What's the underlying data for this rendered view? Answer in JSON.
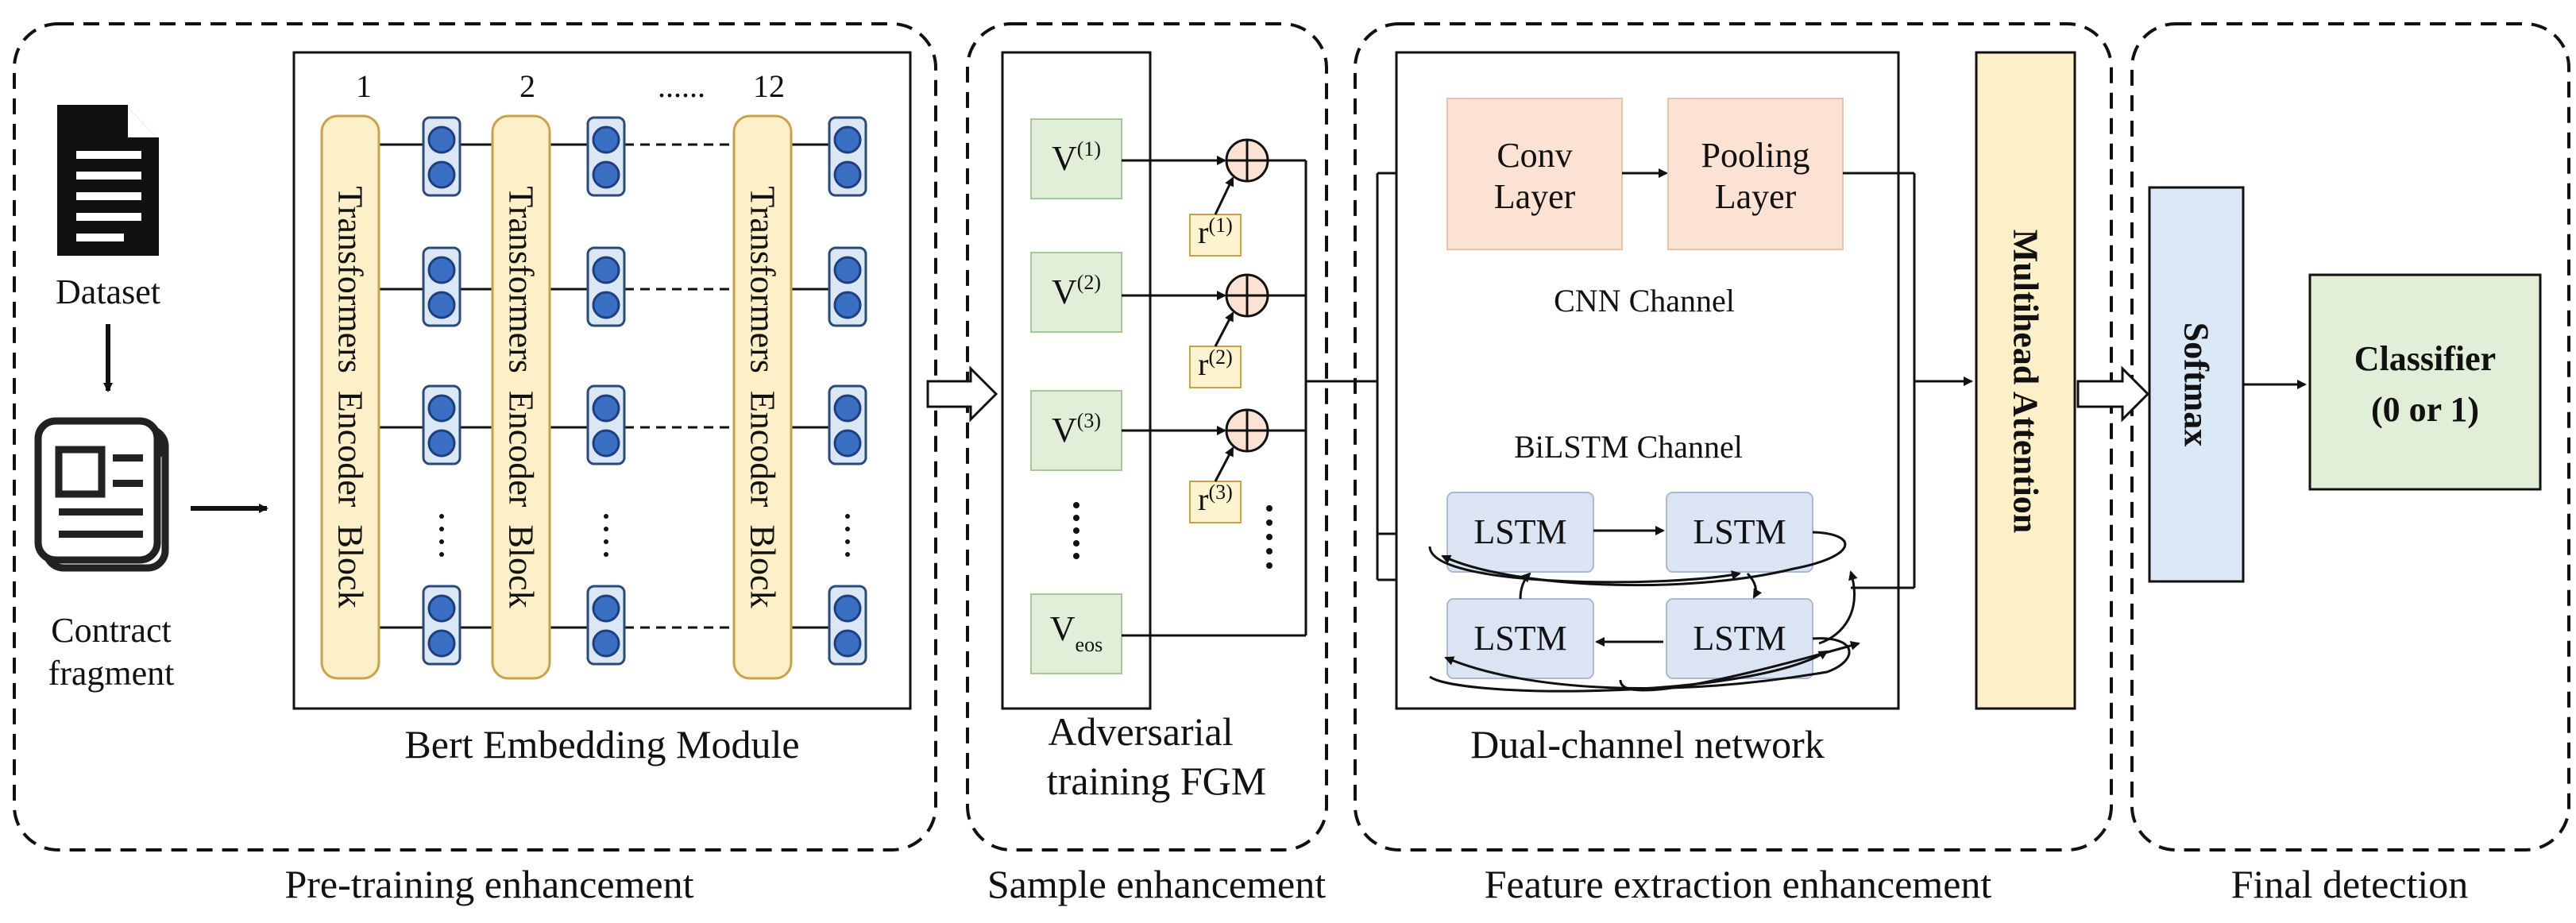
{
  "sections": {
    "pretraining": "Pre-training enhancement",
    "sample": "Sample enhancement",
    "feature": "Feature extraction enhancement",
    "final": "Final detection"
  },
  "inputs": {
    "dataset": "Dataset",
    "contract_line1": "Contract",
    "contract_line2": "fragment"
  },
  "bert": {
    "caption": "Bert Embedding Module",
    "layer_numbers": [
      "1",
      "2",
      "......",
      "12"
    ],
    "block_label": "Transformers  Encoder  Block"
  },
  "fgm": {
    "caption_line1": "Adversarial",
    "caption_line2": "training FGM",
    "v1": "V",
    "v1_sup": "(1)",
    "v2": "V",
    "v2_sup": "(2)",
    "v3": "V",
    "v3_sup": "(3)",
    "veos": "V",
    "veos_sub": "eos",
    "r1": "r",
    "r1_sup": "(1)",
    "r2": "r",
    "r2_sup": "(2)",
    "r3": "r",
    "r3_sup": "(3)"
  },
  "dual": {
    "caption": "Dual-channel network",
    "conv_line1": "Conv",
    "conv_line2": "Layer",
    "pool_line1": "Pooling",
    "pool_line2": "Layer",
    "cnn_channel": "CNN Channel",
    "bilstm_channel": "BiLSTM Channel",
    "lstm": "LSTM"
  },
  "attention": "Multihead Attention",
  "softmax": "Softmax",
  "classifier_line1": "Classifier",
  "classifier_line2": "(0 or 1)",
  "colors": {
    "transformer_fill": "#fdf0c8",
    "transformer_stroke": "#c9a24a",
    "token_fill": "#dbe7f5",
    "token_dot": "#3a6fc4",
    "v_fill": "#e2efd8",
    "r_fill": "#fdf3cf",
    "conv_fill": "#fbe2d3",
    "lstm_fill": "#dbe4f3",
    "attention_fill": "#fdefc8",
    "softmax_fill": "#dbe8f6",
    "classifier_fill": "#e2efd8"
  }
}
